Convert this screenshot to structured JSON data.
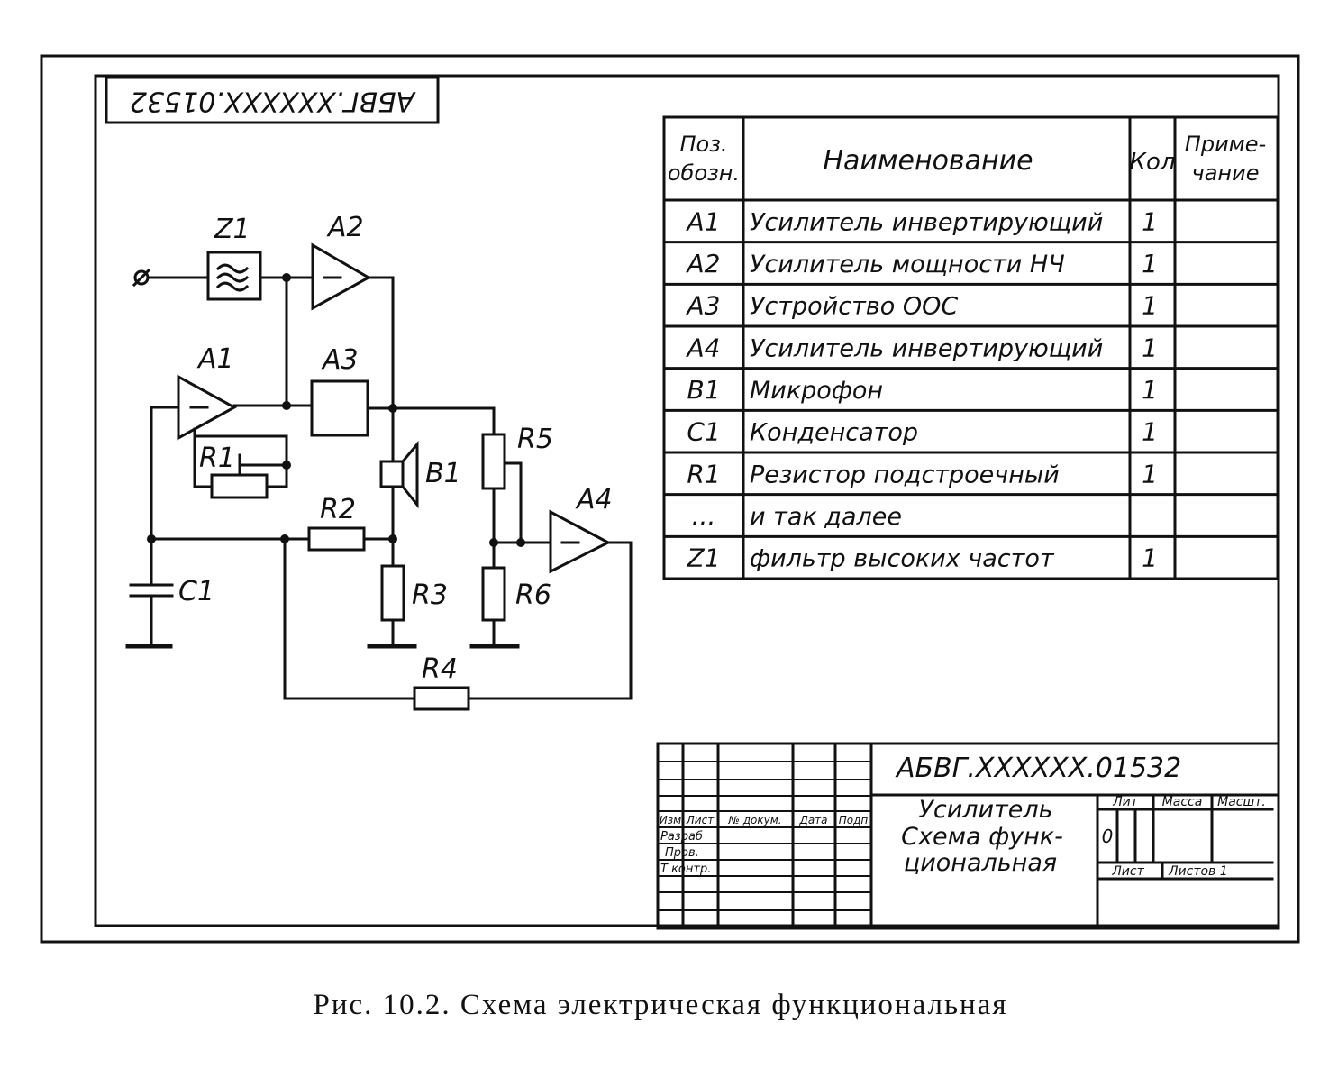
{
  "stamp_top": "АБВГ.XXXXXX.01532",
  "components": {
    "Z1": "Z1",
    "A2": "A2",
    "A1": "A1",
    "A3": "A3",
    "A4": "A4",
    "R1": "R1",
    "R2": "R2",
    "R3": "R3",
    "R4": "R4",
    "R5": "R5",
    "R6": "R6",
    "B1": "B1",
    "C1": "C1"
  },
  "table": {
    "headers": {
      "pos": "Поз. обозн.",
      "name": "Наименование",
      "qty": "Кол",
      "note": "Приме- чание"
    },
    "rows": [
      {
        "pos": "A1",
        "name": "Усилитель инвертирующий",
        "qty": "1"
      },
      {
        "pos": "A2",
        "name": "Усилитель мощности НЧ",
        "qty": "1"
      },
      {
        "pos": "A3",
        "name": "Устройство ООС",
        "qty": "1"
      },
      {
        "pos": "A4",
        "name": "Усилитель инвертирующий",
        "qty": "1"
      },
      {
        "pos": "B1",
        "name": "Микрофон",
        "qty": "1"
      },
      {
        "pos": "C1",
        "name": "Конденсатор",
        "qty": "1"
      },
      {
        "pos": "R1",
        "name": "Резистор подстроечный",
        "qty": "1"
      },
      {
        "pos": "...",
        "name": "и так далее",
        "qty": ""
      },
      {
        "pos": "Z1",
        "name": "фильтр высоких частот",
        "qty": "1"
      }
    ]
  },
  "title_block": {
    "doc_number": "АБВГ.XXXXXX.01532",
    "title_line1": "Усилитель",
    "title_line2": "Схема функ-",
    "title_line3": "циональная",
    "col_izm": "Изм",
    "col_list": "Лист",
    "col_docnum": "№ докум.",
    "col_podp": "Подп",
    "col_data": "Дата",
    "row_razrab": "Разраб",
    "row_prov": "Пров.",
    "row_tkontr": "Т контр.",
    "lit": "Лит",
    "massa": "Масса",
    "masshtab": "Масшт.",
    "lit_value": "0",
    "list": "Лист",
    "listov": "Листов 1"
  },
  "caption": "Рис. 10.2. Схема электрическая функциональная"
}
